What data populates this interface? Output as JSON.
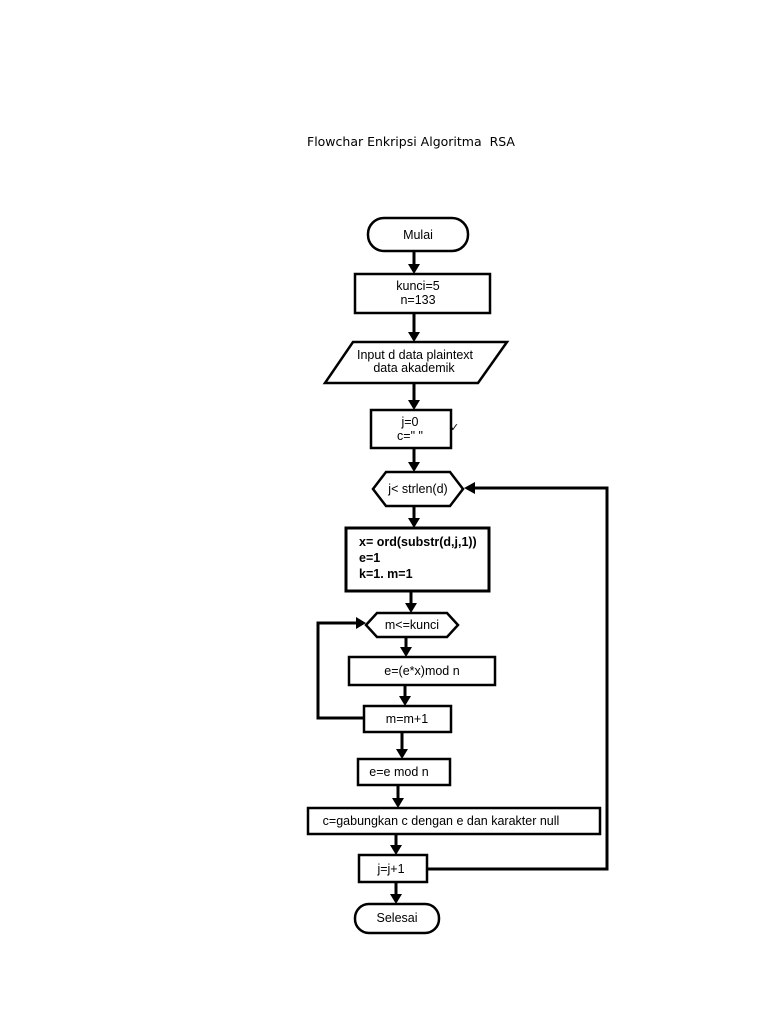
{
  "title": "Flowchar Enkripsi Algoritma  RSA",
  "nodes": {
    "start": "Mulai",
    "init": [
      "kunci=5",
      "n=133"
    ],
    "input": [
      "Input d data plaintext",
      "data akademik"
    ],
    "init_j": [
      "j=0",
      "c=\" \""
    ],
    "loop_j": "j< strlen(d)",
    "calc_x": [
      "x= ord(substr(d,j,1))",
      "e=1",
      "k=1. m=1"
    ],
    "loop_m": "m<=kunci",
    "calc_e": "e=(e*x)mod n",
    "inc_m": "m=m+1",
    "mod_e": "e=e mod n",
    "concat": "c=gabungkan c dengan e dan karakter null",
    "inc_j": "j=j+1",
    "end": "Selesai"
  },
  "stray_mark": "✓"
}
